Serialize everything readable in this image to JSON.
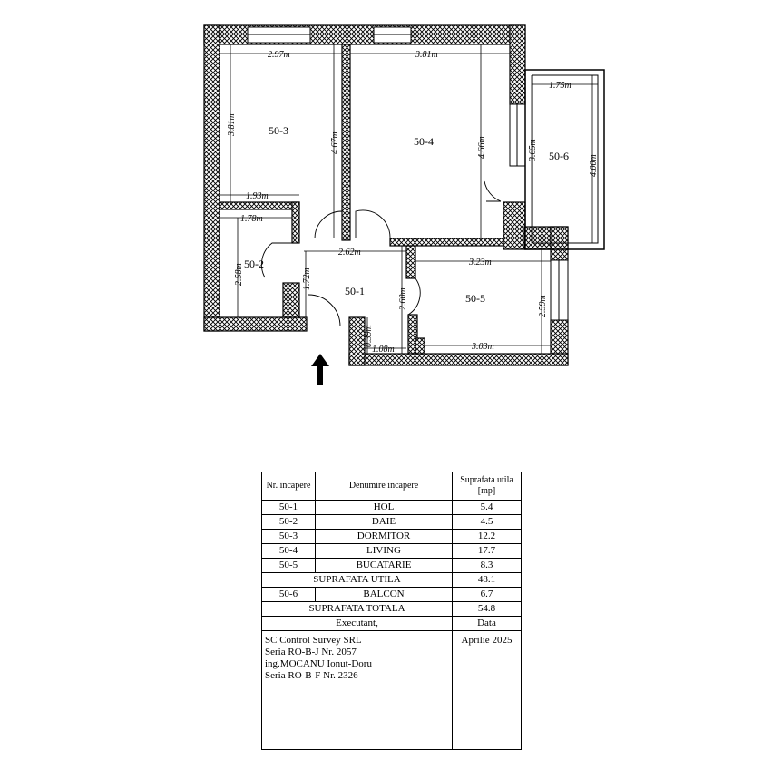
{
  "plan": {
    "rooms": {
      "r1": "50-1",
      "r2": "50-2",
      "r3": "50-3",
      "r4": "50-4",
      "r5": "50-5",
      "r6": "50-6"
    },
    "dims": {
      "d1": "2.97m",
      "d2": "3.81m",
      "d3": "1.75m",
      "d4": "3.81m",
      "d5": "4.67m",
      "d6": "4.66m",
      "d7": "3.65m",
      "d8": "4.00m",
      "d9": "1.93m",
      "d10": "1.78m",
      "d11": "2.58m",
      "d12": "2.62m",
      "d13": "1.72m",
      "d14": "2.60m",
      "d15": "3.23m",
      "d16": "2.59m",
      "d17": "0.39m",
      "d18": "1.08m",
      "d19": "3.03m"
    },
    "entrance_icon": "arrow-up-icon"
  },
  "table": {
    "headers": {
      "nr": "Nr. incapere",
      "name": "Denumire incapere",
      "area": "Suprafata utila [mp]"
    },
    "rows": [
      {
        "nr": "50-1",
        "name": "HOL",
        "area": "5.4"
      },
      {
        "nr": "50-2",
        "name": "DAIE",
        "area": "4.5"
      },
      {
        "nr": "50-3",
        "name": "DORMITOR",
        "area": "12.2"
      },
      {
        "nr": "50-4",
        "name": "LIVING",
        "area": "17.7"
      },
      {
        "nr": "50-5",
        "name": "BUCATARIE",
        "area": "8.3"
      }
    ],
    "useful_label": "SUPRAFATA UTILA",
    "useful_value": "48.1",
    "balcony": {
      "nr": "50-6",
      "name": "BALCON",
      "area": "6.7"
    },
    "total_label": "SUPRAFATA TOTALA",
    "total_value": "54.8",
    "executant_label": "Executant,",
    "date_label": "Data",
    "executant_lines": [
      "SC Control Survey SRL",
      "Seria RO-B-J Nr. 2057",
      "ing.MOCANU Ionut-Doru",
      "Seria RO-B-F Nr. 2326"
    ],
    "date_value": "Aprilie 2025"
  }
}
